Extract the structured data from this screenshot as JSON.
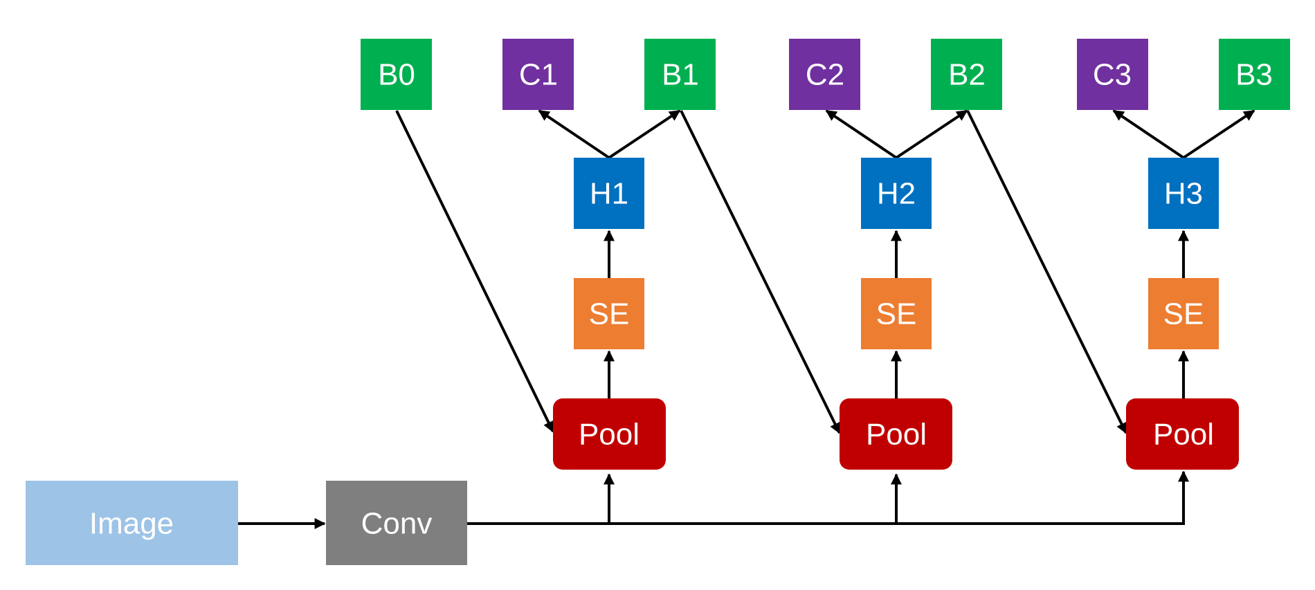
{
  "colors": {
    "image": "#9DC3E6",
    "conv": "#7F7F7F",
    "pool": "#C00000",
    "se": "#ED7D31",
    "head": "#0070C0",
    "box": "#00B050",
    "cls": "#7030A0",
    "arrow": "#000000"
  },
  "nodes": {
    "image": "Image",
    "conv": "Conv",
    "pool1": "Pool",
    "pool2": "Pool",
    "pool3": "Pool",
    "se1": "SE",
    "se2": "SE",
    "se3": "SE",
    "h1": "H1",
    "h2": "H2",
    "h3": "H3",
    "b0": "B0",
    "b1": "B1",
    "b2": "B2",
    "b3": "B3",
    "c1": "C1",
    "c2": "C2",
    "c3": "C3"
  }
}
